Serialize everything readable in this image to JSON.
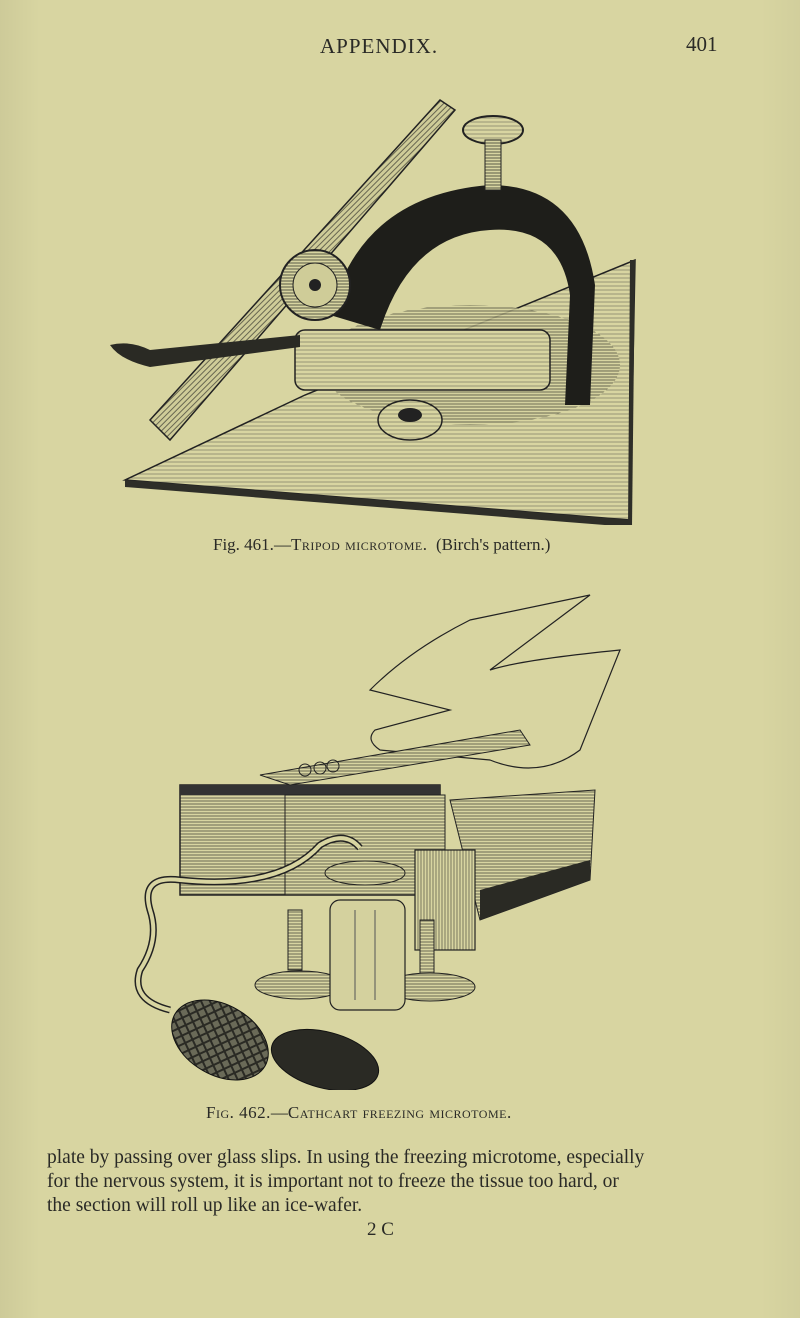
{
  "header": {
    "running_head": "APPENDIX.",
    "page_number": "401"
  },
  "figures": [
    {
      "label": "Fig. 461.",
      "title": "Tripod microtome.",
      "note": "(Birch's pattern.)",
      "illustration": "tripod-microtome-engraving"
    },
    {
      "label": "Fig. 462.",
      "title": "Cathcart freezing microtome.",
      "illustration": "cathcart-freezing-microtome-engraving"
    }
  ],
  "body": {
    "lines": [
      "plate by passing over glass slips.   In using the freezing microtome, especially",
      "for the nervous system, it is important not to freeze the tissue too hard, or",
      "the section will roll up like an ice-wafer."
    ]
  },
  "footer": {
    "signature": "2 C"
  },
  "colors": {
    "paper": "#d8d5a1",
    "ink": "#2a2a26"
  }
}
